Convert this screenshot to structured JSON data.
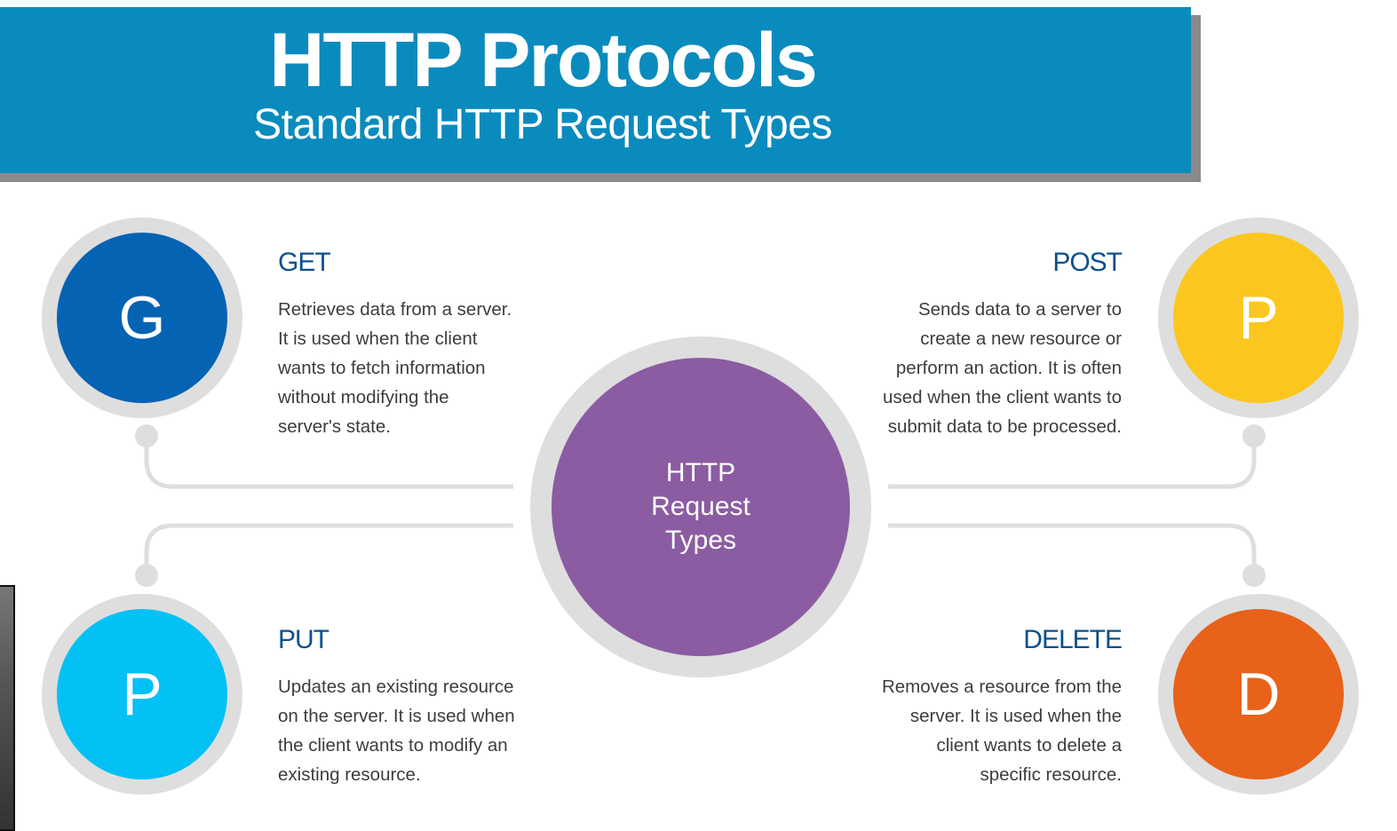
{
  "header": {
    "title": "HTTP Protocols",
    "subtitle": "Standard HTTP Request Types"
  },
  "center": {
    "label": "HTTP\nRequest\nTypes",
    "color": "#8b5ca1"
  },
  "methods": [
    {
      "letter": "G",
      "name": "GET",
      "color": "#0563b4",
      "description": "Retrieves data from a server.\nIt is used when the client\nwants to fetch information\nwithout modifying the\nserver's state."
    },
    {
      "letter": "P",
      "name": "POST",
      "color": "#fbc71f",
      "description": "Sends data to a server to\ncreate a new resource or\nperform an action. It is often\nused when the client wants to\nsubmit data to be processed."
    },
    {
      "letter": "P",
      "name": "PUT",
      "color": "#04c1f5",
      "description": "Updates an existing resource\non the server. It is used when\nthe client wants to modify an\nexisting resource."
    },
    {
      "letter": "D",
      "name": "DELETE",
      "color": "#e8621a",
      "description": "Removes a resource from the\nserver. It is used when the\nclient wants to delete a\nspecific resource."
    }
  ]
}
